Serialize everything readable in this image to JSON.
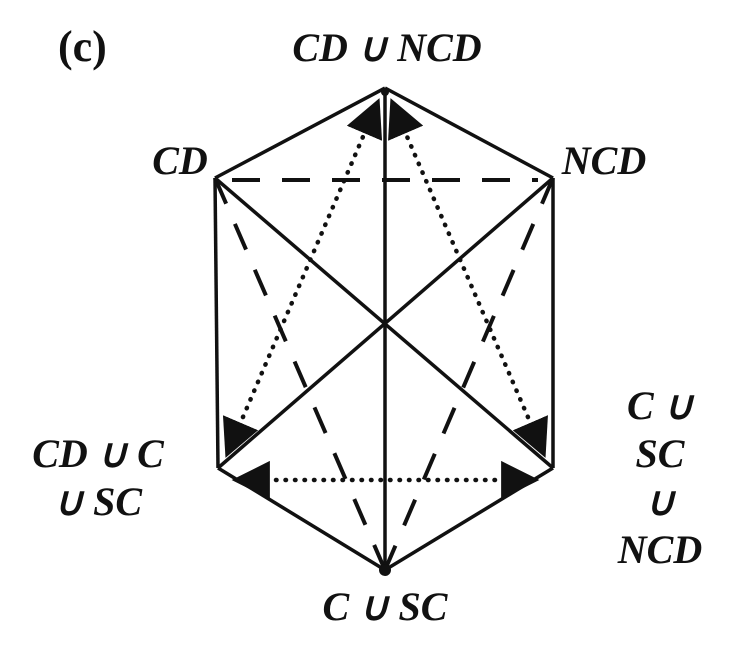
{
  "figure": {
    "caption": "(c)",
    "nodes": {
      "top": {
        "label": "CD ∪ NCD"
      },
      "upper_left": {
        "label": "CD"
      },
      "upper_right": {
        "label": "NCD"
      },
      "lower_left": {
        "label_line1": "CD ∪ C",
        "label_line2": "∪ SC"
      },
      "lower_right": {
        "label_line1": "C ∪ SC",
        "label_line2": "∪ NCD"
      },
      "bottom": {
        "label": "C ∪ SC"
      }
    },
    "edges": [
      {
        "from": "upper_left",
        "to": "top",
        "style": "solid"
      },
      {
        "from": "upper_right",
        "to": "top",
        "style": "solid"
      },
      {
        "from": "upper_left",
        "to": "lower_left",
        "style": "solid"
      },
      {
        "from": "upper_right",
        "to": "lower_right",
        "style": "solid"
      },
      {
        "from": "lower_left",
        "to": "bottom",
        "style": "solid"
      },
      {
        "from": "lower_right",
        "to": "bottom",
        "style": "solid"
      },
      {
        "from": "top",
        "to": "bottom",
        "style": "solid"
      },
      {
        "from": "upper_left",
        "to": "lower_right",
        "style": "solid"
      },
      {
        "from": "upper_right",
        "to": "lower_left",
        "style": "solid"
      },
      {
        "from": "upper_left",
        "to": "upper_right",
        "style": "dashed"
      },
      {
        "from": "upper_left",
        "to": "bottom",
        "style": "dashed"
      },
      {
        "from": "upper_right",
        "to": "bottom",
        "style": "dashed"
      },
      {
        "from": "lower_left",
        "to": "top",
        "style": "dotted",
        "arrows": "both"
      },
      {
        "from": "lower_right",
        "to": "top",
        "style": "dotted",
        "arrows": "both"
      },
      {
        "from": "lower_left",
        "to": "lower_right",
        "style": "dotted",
        "arrows": "both"
      }
    ],
    "colors": {
      "line": "#111111",
      "background": "#ffffff"
    }
  }
}
